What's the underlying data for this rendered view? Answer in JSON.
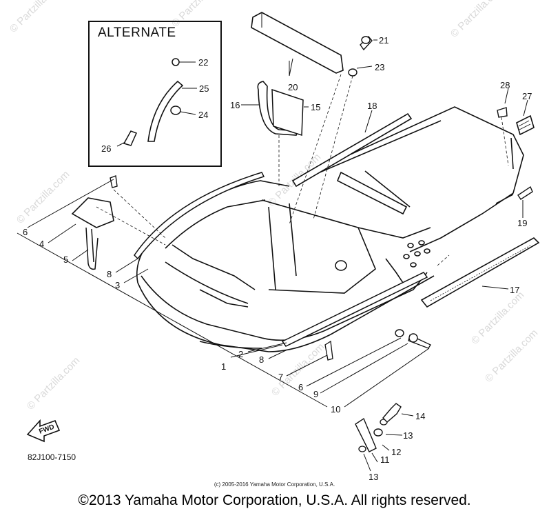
{
  "alternate_label": "ALTERNATE",
  "part_code": "82J100-7150",
  "fwd_label": "FWD",
  "watermark": "© Partzilla.com",
  "copyright_small": "(c) 2005-2016 Yamaha Motor Corporation, U.S.A.",
  "copyright_main": "©2013 Yamaha Motor Corporation, U.S.A. All rights reserved.",
  "callouts": {
    "c1": "1",
    "c2": "2",
    "c3": "3",
    "c4": "4",
    "c5": "5",
    "c6a": "6",
    "c6b": "6",
    "c7": "7",
    "c8a": "8",
    "c8b": "8",
    "c9": "9",
    "c10": "10",
    "c11": "11",
    "c12": "12",
    "c13a": "13",
    "c13b": "13",
    "c14": "14",
    "c15": "15",
    "c16": "16",
    "c17": "17",
    "c18": "18",
    "c19": "19",
    "c20": "20",
    "c21": "21",
    "c22": "22",
    "c23": "23",
    "c24": "24",
    "c25": "25",
    "c26": "26",
    "c27": "27",
    "c28": "28"
  }
}
